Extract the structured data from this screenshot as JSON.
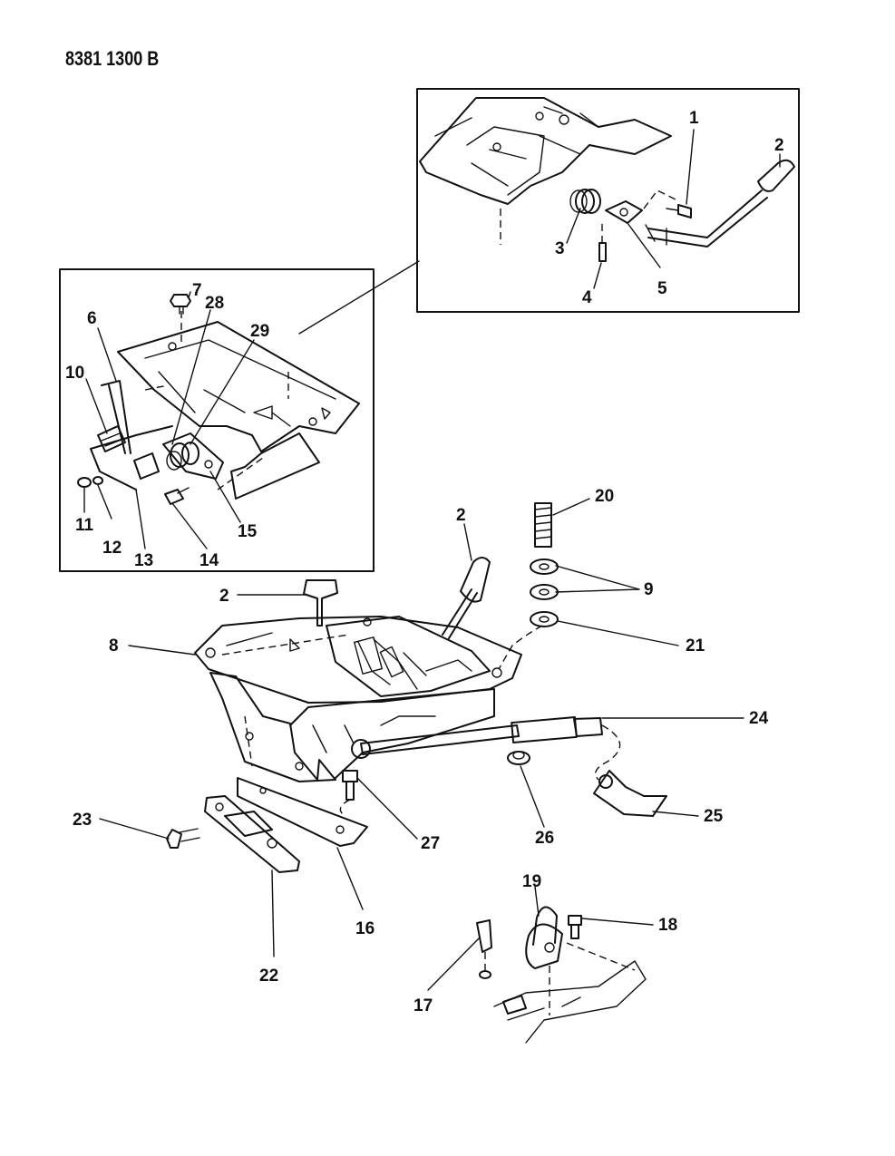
{
  "header": {
    "drawing_number": "8381 1300 B"
  },
  "callouts": {
    "c1": "1",
    "c2a": "2",
    "c2b": "2",
    "c2c": "2",
    "c3": "3",
    "c4": "4",
    "c5": "5",
    "c6": "6",
    "c7": "7",
    "c8": "8",
    "c9": "9",
    "c10": "10",
    "c11": "11",
    "c12": "12",
    "c13": "13",
    "c14": "14",
    "c15": "15",
    "c16": "16",
    "c17": "17",
    "c18": "18",
    "c19": "19",
    "c20": "20",
    "c21": "21",
    "c22": "22",
    "c23": "23",
    "c24": "24",
    "c25": "25",
    "c26": "26",
    "c27": "27",
    "c28": "28",
    "c29": "29"
  }
}
